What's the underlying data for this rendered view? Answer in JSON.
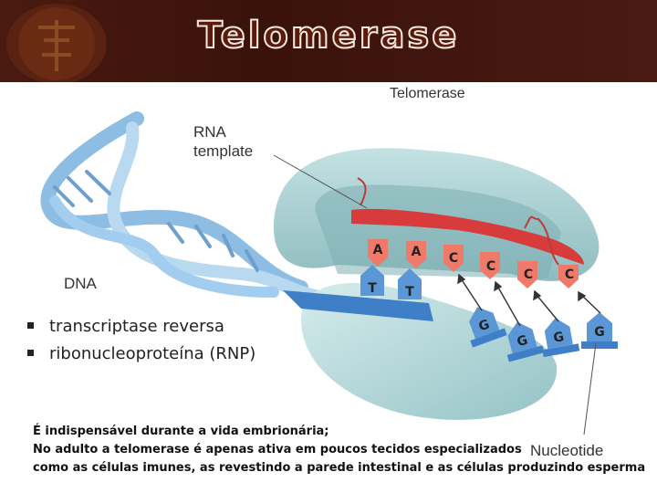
{
  "title": "Telomerase",
  "diagram": {
    "label_telomerase": "Telomerase",
    "label_rna_line1": "RNA",
    "label_rna_line2": "template",
    "label_dna": "DNA",
    "label_nucleotide": "Nucleotide",
    "template_bases": [
      "A",
      "A",
      "C",
      "C",
      "C",
      "C"
    ],
    "dna_bases": [
      "T",
      "T"
    ],
    "nucleotides": [
      "G",
      "G",
      "G",
      "G"
    ]
  },
  "bullets": [
    "transcriptase reversa",
    "ribonucleoproteína (RNP)"
  ],
  "notes": [
    "É indispensável durante a vida embrionária;",
    "No adulto a telomerase é apenas ativa em poucos tecidos especializados",
    "como as células imunes, as revestindo a parede intestinal e as células produzindo esperma"
  ],
  "colors": {
    "header": "#3f150c",
    "enzyme": "#a8d0d2",
    "rna_strand": "#d83b3b",
    "template_base": "#f07a6a",
    "nucleotide": "#3f7fc7",
    "dna_helix": "#9cc5e8"
  }
}
